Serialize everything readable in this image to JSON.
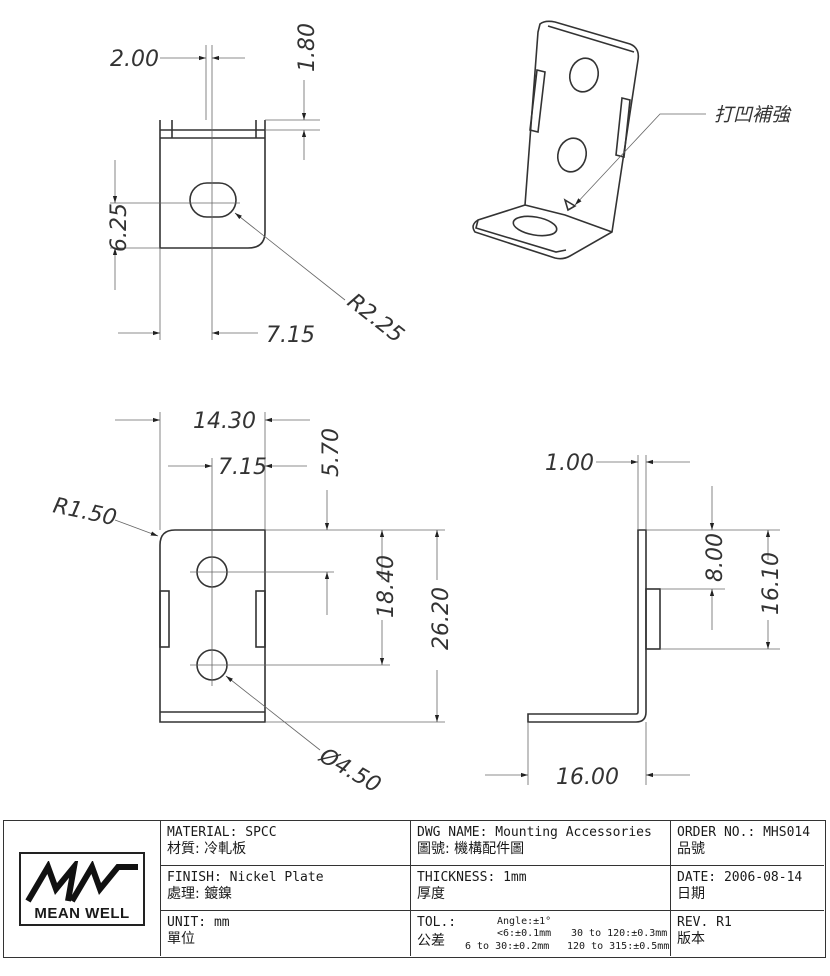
{
  "drawing": {
    "dims": {
      "top_width": "2.00",
      "top_height": "1.80",
      "slot_vertical": "6.25",
      "slot_offset": "7.15",
      "slot_radius": "R2.25",
      "front_width": "14.30",
      "front_center": "7.15",
      "front_top_hole": "5.70",
      "front_radius": "R1.50",
      "hole_spacing": "18.40",
      "front_height": "26.20",
      "hole_diameter": "Ø4.50",
      "side_thickness": "1.00",
      "side_tab": "8.00",
      "side_height": "16.10",
      "side_length": "16.00"
    },
    "note_reinforce": "打凹補強"
  },
  "title_block": {
    "logo_text": "MEAN WELL",
    "material": "MATERIAL: SPCC",
    "material_zh": "材質: 冷軋板",
    "finish": "FINISH: Nickel Plate",
    "finish_zh": "處理: 鍍鎳",
    "unit": "UNIT: mm",
    "unit_zh": "單位",
    "dwg_name": "DWG NAME: Mounting Accessories",
    "dwg_name_zh": "圖號: 機構配件圖",
    "thickness": "THICKNESS: 1mm",
    "thickness_zh": "厚度",
    "tol": "TOL.:",
    "tol_zh": "公差",
    "tol_angle": "Angle:±1°",
    "tol_1": "<6:±0.1mm",
    "tol_2": "6 to  30:±0.2mm",
    "tol_3": "30 to 120:±0.3mm",
    "tol_4": "120 to 315:±0.5mm",
    "order_no": "ORDER NO.: MHS014",
    "order_no_zh": "品號",
    "date": "DATE: 2006-08-14",
    "date_zh": "日期",
    "rev": "REV. R1",
    "rev_zh": "版本"
  }
}
